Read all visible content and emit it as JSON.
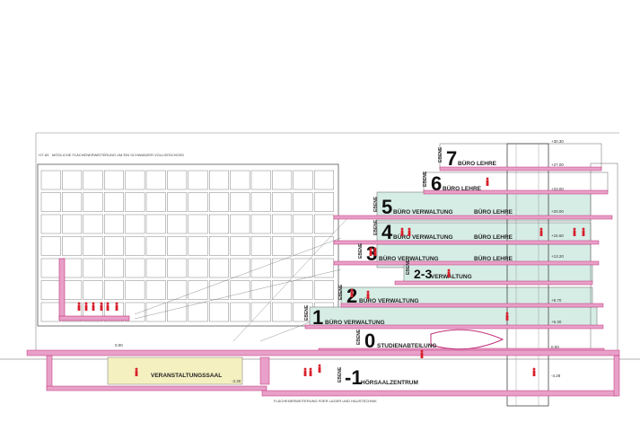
{
  "colors": {
    "slab": "#e8a0c8",
    "slab_edge": "#c0307a",
    "glass": "#d6ede6",
    "hall": "#f4f0c0",
    "people": "#d81e2a",
    "grid": "#555555"
  },
  "top_note": {
    "elevation": "+27.83",
    "text": "MÖGLICHE FLÄCHENERWEITERUNG UM EIN SCHWANZER VOLLGESCHOSS"
  },
  "bottom_note": "FLÄCHENERWEITERUNG FÜER LAGER UND HAUSTECHNIK",
  "hall_label": "VERANSTALTUNGSSAAL",
  "floors": [
    {
      "ebene": "EBENE",
      "number": "7",
      "label": "BÜRO LEHRE",
      "label2": ""
    },
    {
      "ebene": "EBENE",
      "number": "6",
      "label": "BÜRO LEHRE",
      "label2": ""
    },
    {
      "ebene": "EBENE",
      "number": "5",
      "label": "BÜRO VERWALTUNG",
      "label2": "BÜRO LEHRE"
    },
    {
      "ebene": "EBENE",
      "number": "4",
      "label": "BÜRO VERWALTUNG",
      "label2": "BÜRO LEHRE"
    },
    {
      "ebene": "EBENE",
      "number": "3",
      "label": "BÜRO VERWALTUNG",
      "label2": "BÜRO LEHRE"
    },
    {
      "ebene": "EBENE",
      "number": "2-3",
      "label": "VERWALTUNG",
      "label2": ""
    },
    {
      "ebene": "EBENE",
      "number": "2",
      "label": "BÜRO VERWALTUNG",
      "label2": ""
    },
    {
      "ebene": "EBENE",
      "number": "1",
      "label": "BÜRO VERWALTUNG",
      "label2": ""
    },
    {
      "ebene": "EBENE",
      "number": "0",
      "label": "STUDIENABTEILUNG",
      "label2": ""
    },
    {
      "ebene": "EBENE",
      "number": "-1",
      "label": "HÖRSAALZENTRUM",
      "label2": ""
    }
  ],
  "elevations": [
    "+30.30",
    "+27.00",
    "+23.00",
    "+20.00",
    "+16.60",
    "+13.20",
    "+8.70",
    "+5.30",
    "0.00",
    "-4.28",
    "0.00",
    "-3.30"
  ]
}
